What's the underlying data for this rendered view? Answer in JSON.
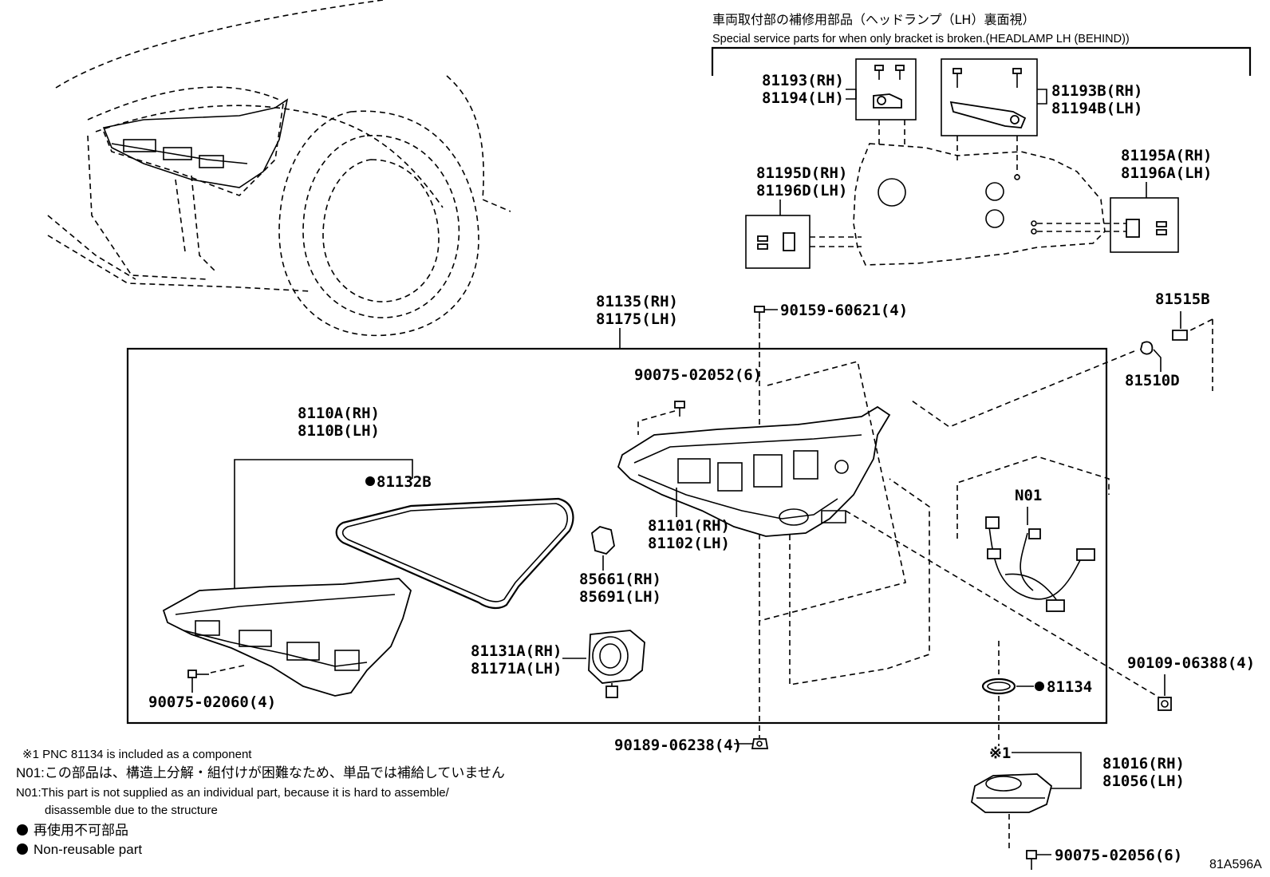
{
  "header": {
    "title_jp": "車両取付部の補修用部品（ヘッドランプ（LH）裏面視）",
    "title_en": "Special service parts for when only bracket is broken.(HEADLAMP LH (BEHIND))"
  },
  "labels": {
    "p81193_rh": "81193(RH)",
    "p81194_lh": "81194(LH)",
    "p81193b_rh": "81193B(RH)",
    "p81194b_lh": "81194B(LH)",
    "p81195d_rh": "81195D(RH)",
    "p81196d_lh": "81196D(LH)",
    "p81195a_rh": "81195A(RH)",
    "p81196a_lh": "81196A(LH)",
    "p81135_rh": "81135(RH)",
    "p81175_lh": "81175(LH)",
    "p90159": "90159-60621(4)",
    "p81515b": "81515B",
    "p81510d": "81510D",
    "p90075_02052": "90075-02052(6)",
    "p8110a_rh": "8110A(RH)",
    "p8110b_lh": "8110B(LH)",
    "p81132b": "81132B",
    "p81101_rh": "81101(RH)",
    "p81102_lh": "81102(LH)",
    "n01": "N01",
    "p85661_rh": "85661(RH)",
    "p85691_lh": "85691(LH)",
    "p81131a_rh": "81131A(RH)",
    "p81171a_lh": "81171A(LH)",
    "p90109": "90109-06388(4)",
    "p81134": "81134",
    "p90075_02060": "90075-02060(4)",
    "p90189": "90189-06238(4)",
    "note_ref": "※1",
    "p81016_rh": "81016(RH)",
    "p81056_lh": "81056(LH)",
    "p90075_02056": "90075-02056(6)",
    "diagram_code": "81A596A"
  },
  "notes": {
    "line1": "※1 PNC 81134 is included as a component",
    "line2": "N01:この部品は、構造上分解・組付けが困難なため、単品では補給していません",
    "line3": "N01:This part is not supplied as an individual part, because it is hard to assemble/",
    "line4": "disassemble due to the structure",
    "legend_jp": "再使用不可部品",
    "legend_en": "Non-reusable part"
  }
}
